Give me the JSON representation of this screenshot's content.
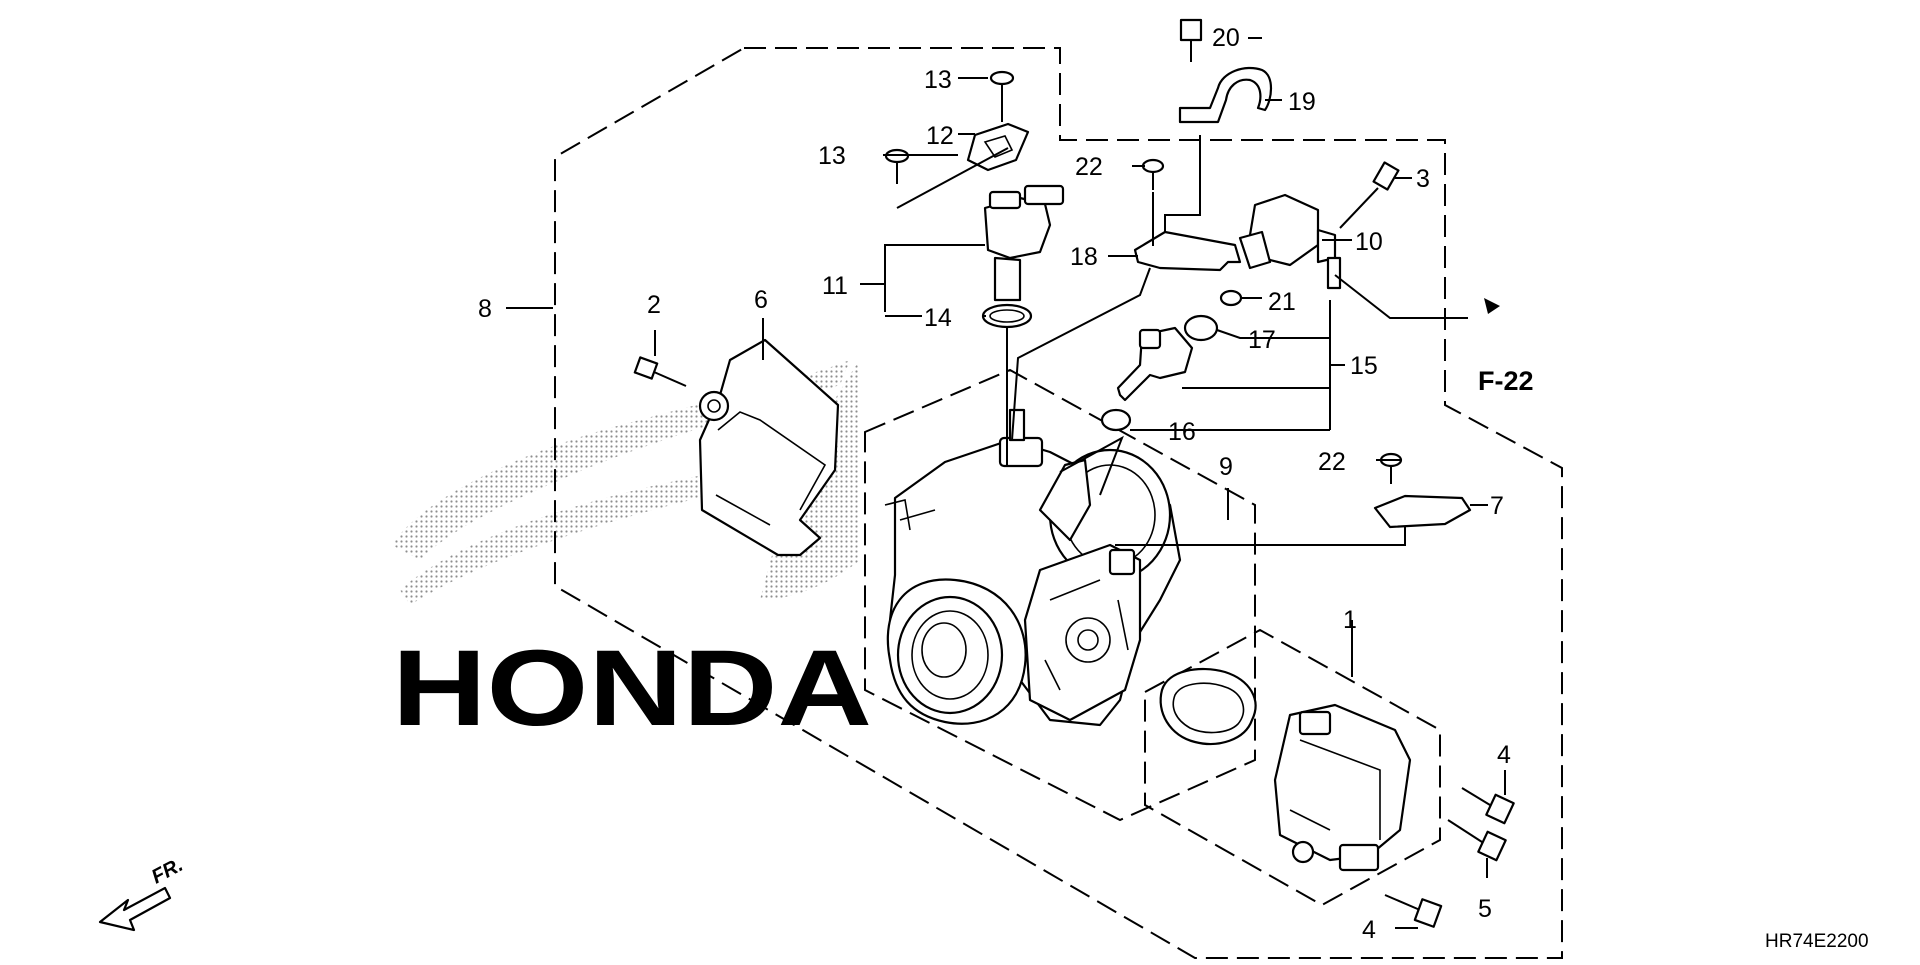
{
  "callouts": {
    "c1": "1",
    "c2": "2",
    "c3": "3",
    "c4a": "4",
    "c4b": "4",
    "c5": "5",
    "c6": "6",
    "c7": "7",
    "c8": "8",
    "c9": "9",
    "c10": "10",
    "c11": "11",
    "c12": "12",
    "c13a": "13",
    "c13b": "13",
    "c14": "14",
    "c15": "15",
    "c16": "16",
    "c17": "17",
    "c18": "18",
    "c19": "19",
    "c20": "20",
    "c21": "21",
    "c22a": "22",
    "c22b": "22"
  },
  "reference": "F-22",
  "front_marker": "FR.",
  "diagram_code": "HR74E2200",
  "watermark": {
    "text": "HONDA"
  },
  "colors": {
    "ink": "#000000",
    "background": "#ffffff",
    "watermark": "#9a9a9a"
  }
}
